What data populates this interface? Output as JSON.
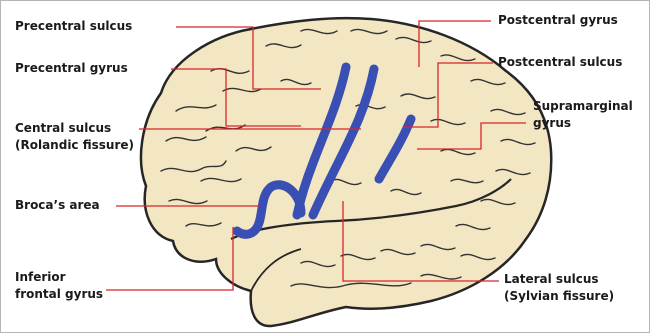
{
  "figure": {
    "labels": {
      "precentral_sulcus": "Precentral sulcus",
      "precentral_gyrus": "Precentral gyrus",
      "central_sulcus_line1": "Central sulcus",
      "central_sulcus_line2": "(Rolandic fissure)",
      "brocas_area": "Broca’s area",
      "inferior_frontal_gyrus_line1": "Inferior",
      "inferior_frontal_gyrus_line2": "frontal gyrus",
      "postcentral_gyrus": "Postcentral gyrus",
      "postcentral_sulcus": "Postcentral sulcus",
      "supramarginal_gyrus_line1": "Supramarginal",
      "supramarginal_gyrus_line2": "gyrus",
      "lateral_sulcus_line1": "Lateral sulcus",
      "lateral_sulcus_line2": "(Sylvian fissure)"
    },
    "colors": {
      "brain_fill": "#f2e7c2",
      "outline": "#262626",
      "highlight": "#3a4fb3",
      "leader_line": "#d9262b"
    }
  }
}
